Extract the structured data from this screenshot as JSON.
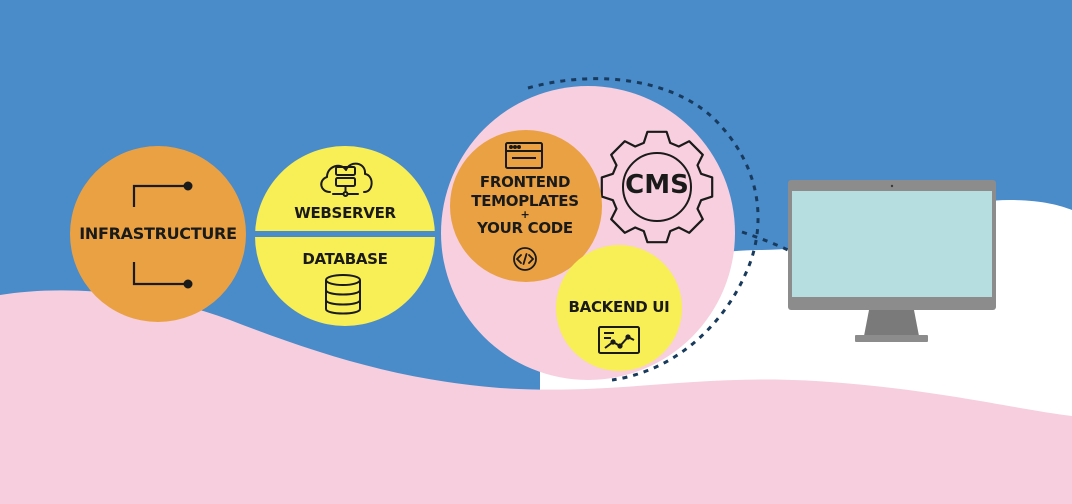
{
  "nodes": {
    "infrastructure": "INFRASTRUCTURE",
    "webserver": "WEBSERVER",
    "database": "DATABASE",
    "frontend_line1": "FRONTEND",
    "frontend_line2": "TEMOPLATES",
    "frontend_plus": "+",
    "frontend_line3": "YOUR CODE",
    "cms": "CMS",
    "backend": "BACKEND UI"
  },
  "icons": {
    "infrastructure": "circuit-bracket-icon",
    "webserver": "cloud-server-icon",
    "database": "database-icon",
    "frontend": "browser-window-icon",
    "code": "code-icon",
    "cms": "gear-icon",
    "backend": "analytics-screen-icon",
    "monitor": "monitor-icon"
  },
  "colors": {
    "sky": "#4a8bca",
    "pink": "#f6cedd",
    "white": "#ffffff",
    "orange": "#eaa143",
    "yellow": "#f8ee55",
    "cms_pink": "#f7cfde",
    "outline": "#1a1a1a",
    "dashed_ring": "#183a5c",
    "monitor_frame": "#8c8c8c",
    "monitor_screen": "#b6dde0"
  }
}
